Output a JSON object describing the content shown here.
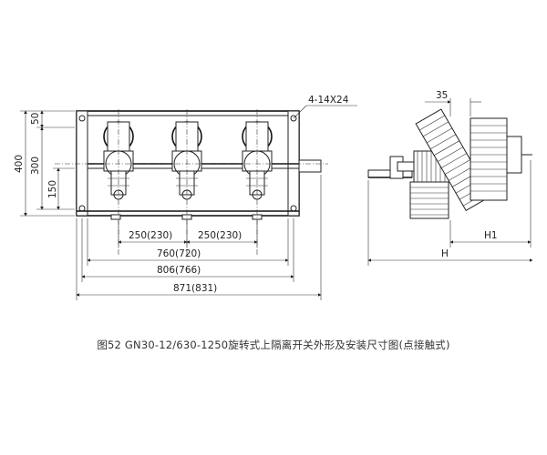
{
  "caption": "图52 GN30-12/630-1250旋转式上隔离开关外形及安装尺寸图(点接触式)",
  "front_view": {
    "hole_note": "4-14X24",
    "height_overall": "400",
    "height_upper": "300",
    "height_top": "50",
    "height_lower": "150",
    "pitch_left": "250(230)",
    "pitch_right": "250(230)",
    "width_1": "760(720)",
    "width_2": "806(766)",
    "width_3": "871(831)"
  },
  "side_view": {
    "offset": "35",
    "h1": "H1",
    "h": "H"
  }
}
